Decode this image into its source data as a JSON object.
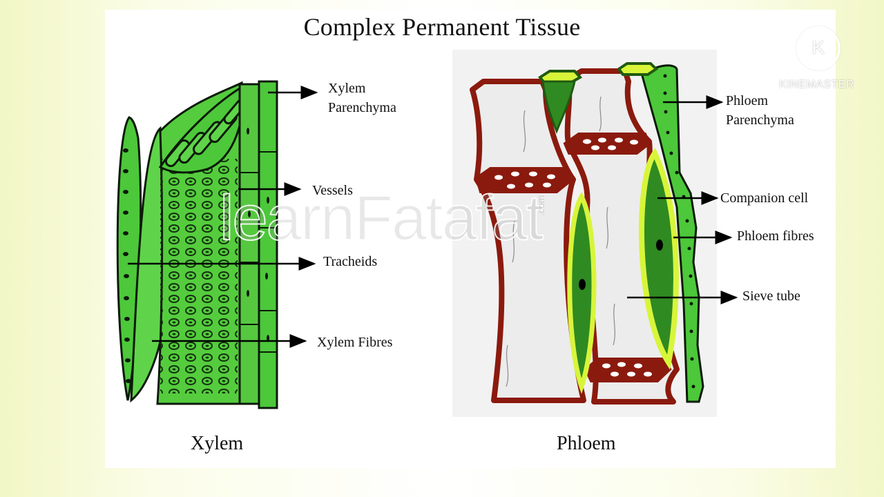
{
  "title": "Complex Permanent Tissue",
  "xylem": {
    "caption": "Xylem",
    "labels": {
      "parenchyma_1": "Xylem",
      "parenchyma_2": "Parenchyma",
      "vessels": "Vessels",
      "tracheids": "Tracheids",
      "fibres": "Xylem Fibres"
    }
  },
  "phloem": {
    "caption": "Phloem",
    "labels": {
      "parenchyma_1": "Phloem",
      "parenchyma_2": "Parenchyma",
      "companion": "Companion cell",
      "fibres": "Phloem fibres",
      "sieve": "Sieve tube"
    }
  },
  "watermark": {
    "text": "learnFatafat",
    "suffix": ".com"
  },
  "logo": {
    "letter": "K",
    "text": "KINEMASTER"
  },
  "colors": {
    "green": "#4cc83a",
    "dark_green": "#1f7a1a",
    "brown": "#8b1a0e",
    "yellow_green": "#d8f53a",
    "grey_fill": "#ececec"
  }
}
